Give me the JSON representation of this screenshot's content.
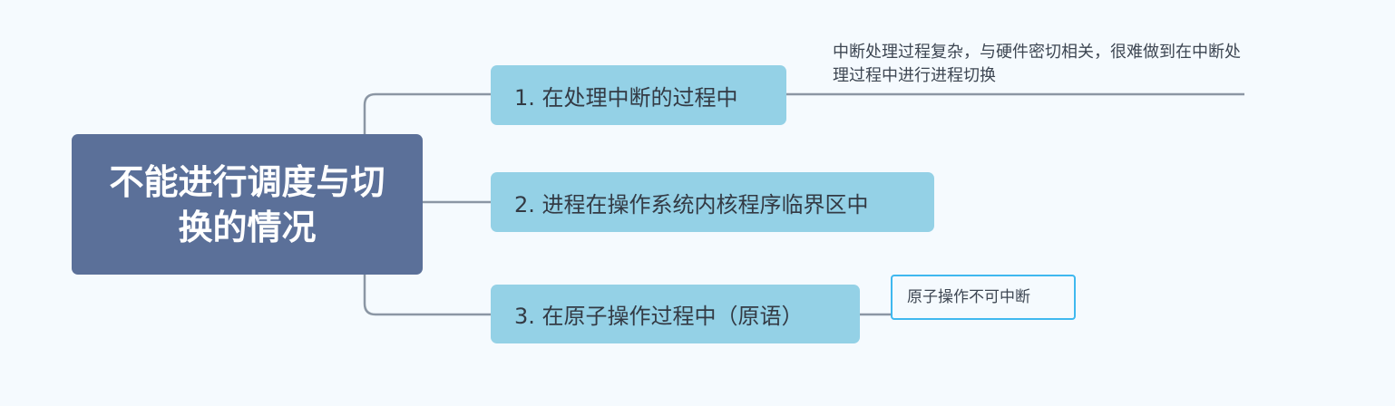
{
  "root": {
    "label": "不能进行调度与切换的情况"
  },
  "branches": [
    {
      "label": "1. 在处理中断的过程中",
      "note": "中断处理过程复杂，与硬件密切相关，很难做到在中断处理过程中进行进程切换"
    },
    {
      "label": "2. 进程在操作系统内核程序临界区中"
    },
    {
      "label": "3. 在原子操作过程中（原语）",
      "note": "原子操作不可中断"
    }
  ]
}
